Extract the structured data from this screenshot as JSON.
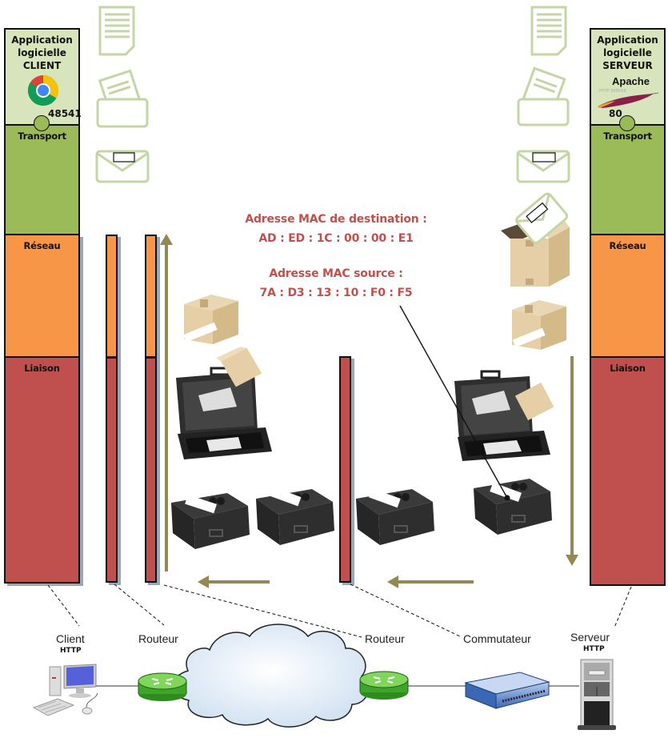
{
  "client_stack": {
    "app_label": "Application logicielle CLIENT",
    "app_lines": [
      "Application",
      "logicielle",
      "CLIENT"
    ],
    "app_icon": "chrome-icon",
    "port": "48541",
    "layers": [
      "Transport",
      "Réseau",
      "Liaison"
    ]
  },
  "server_stack": {
    "app_lines": [
      "Application",
      "logicielle",
      "SERVEUR"
    ],
    "app_icon": "apache-feather-icon",
    "apache_label": "Apache",
    "apache_sub": "HTTP SERVER",
    "port": "80",
    "layers": [
      "Transport",
      "Réseau",
      "Liaison"
    ]
  },
  "mac": {
    "dest_title": "Adresse MAC de destination :",
    "dest_value": "AD : ED : 1C : 00 : 00 : E1",
    "src_title": "Adresse MAC source :",
    "src_value": "7A : D3 : 13 : 10 : F0 : F5"
  },
  "network": {
    "client": {
      "label": "Client",
      "sub": "HTTP"
    },
    "router1": {
      "label": "Routeur"
    },
    "router2": {
      "label": "Routeur"
    },
    "switch": {
      "label": "Commutateur"
    },
    "server": {
      "label": "Serveur",
      "sub": "HTTP"
    }
  },
  "colors": {
    "application": "#d8e4bc",
    "transport": "#9bbb59",
    "reseau": "#f79646",
    "liaison": "#c0504d",
    "arrow": "#938953",
    "mac_text": "#c0504d",
    "icon_outline": "#c3d6a4"
  },
  "icons": {
    "document": "document-icon",
    "letter_in_envelope": "letter-envelope-icon",
    "sealed_envelope": "sealed-envelope-icon",
    "box_open": "open-box-icon",
    "box_closed": "closed-box-icon",
    "briefcase_open": "open-briefcase-icon",
    "briefcase_closed": "closed-briefcase-icon"
  }
}
